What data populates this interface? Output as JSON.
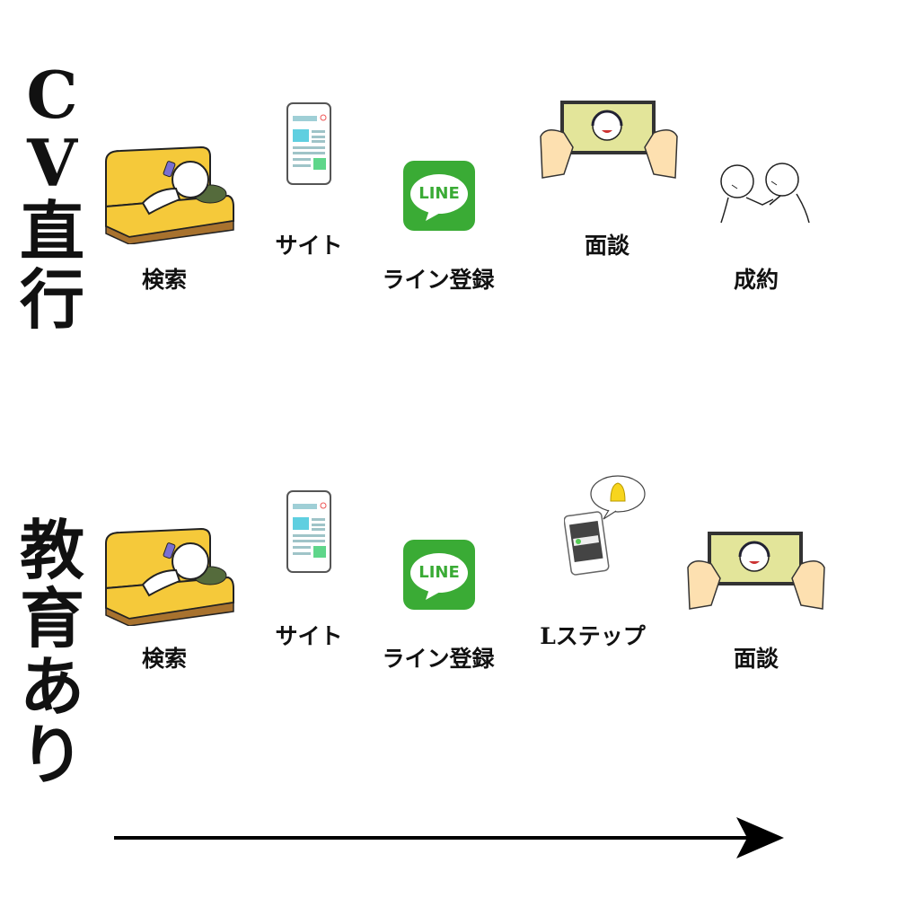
{
  "rows": [
    {
      "title": "CV直行",
      "steps": [
        {
          "label": "検索",
          "icon": "person-on-sofa-icon"
        },
        {
          "label": "サイト",
          "icon": "smartphone-site-icon"
        },
        {
          "label": "ライン登録",
          "icon": "line-logo-icon",
          "logo_text": "LINE"
        },
        {
          "label": "面談",
          "icon": "video-call-tablet-icon"
        },
        {
          "label": "成約",
          "icon": "handshake-icon"
        }
      ]
    },
    {
      "title": "教育あり",
      "steps": [
        {
          "label": "検索",
          "icon": "person-on-sofa-icon"
        },
        {
          "label": "サイト",
          "icon": "smartphone-site-icon"
        },
        {
          "label": "ライン登録",
          "icon": "line-logo-icon",
          "logo_text": "LINE"
        },
        {
          "label": "Lステップ",
          "icon": "phone-notification-bell-icon"
        },
        {
          "label": "面談",
          "icon": "video-call-tablet-icon"
        }
      ]
    }
  ],
  "arrow": {
    "icon": "right-arrow-icon"
  },
  "colors": {
    "sofa": "#f5c93a",
    "line_green": "#3aab35",
    "screen": "#e3e59a"
  }
}
